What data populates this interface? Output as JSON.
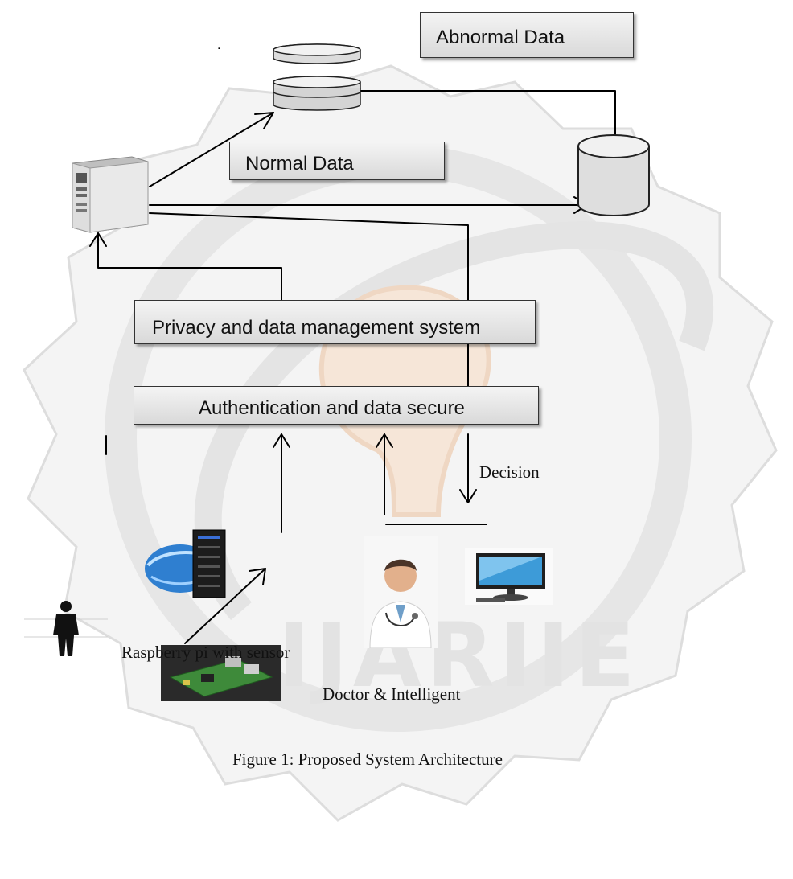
{
  "stray_mark": ".",
  "labels": {
    "abnormal_data": "Abnormal Data",
    "normal_data": "Normal Data",
    "privacy_system": "Privacy and data management system",
    "authentication": "Authentication and data secure",
    "decision": "Decision",
    "doctor": "Doctor & Intelligent",
    "raspberry": "Raspberry pi with sensor",
    "caption": "Figure 1: Proposed System Architecture",
    "watermark": "IJARIIE"
  },
  "colors": {
    "line": "#000000",
    "box_top": "#f4f4f4",
    "box_bottom": "#d9d9d9",
    "watermark": "#e3e3e3",
    "watermark_accent": "#f1dccb"
  }
}
